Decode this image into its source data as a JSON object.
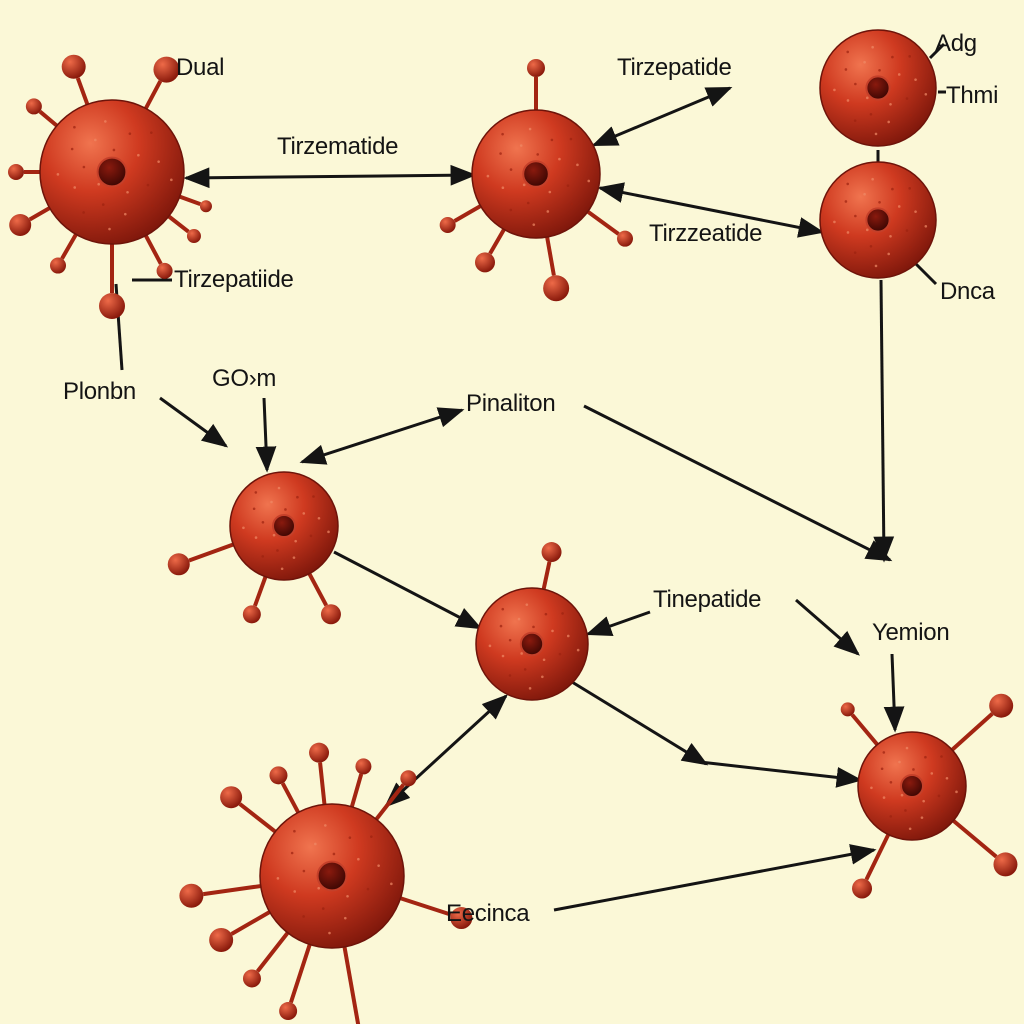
{
  "labels": {
    "dual": "Dual",
    "tirzepatide_top": "Tirzepatide",
    "tirzematide": "Tirzematide",
    "tirzepatiide": "Tirzepatiide",
    "tirzzeatide": "Tirzzeatide",
    "adg": "Adg",
    "thmi": "Thmi",
    "dnca": "Dnca",
    "plonbn": "Plonbn",
    "gorm": "GO›m",
    "pinaliton": "Pinaliton",
    "tinepatide": "Tinepatide",
    "yemion": "Yemion",
    "eecinca": "Eecinca"
  },
  "colors": {
    "background": "#fbf8d7",
    "cell": "#c8321c",
    "cell_highlight": "#ee6a48",
    "cell_shadow": "#7a160b",
    "nucleus": "#6a1008",
    "arrow": "#141414"
  }
}
